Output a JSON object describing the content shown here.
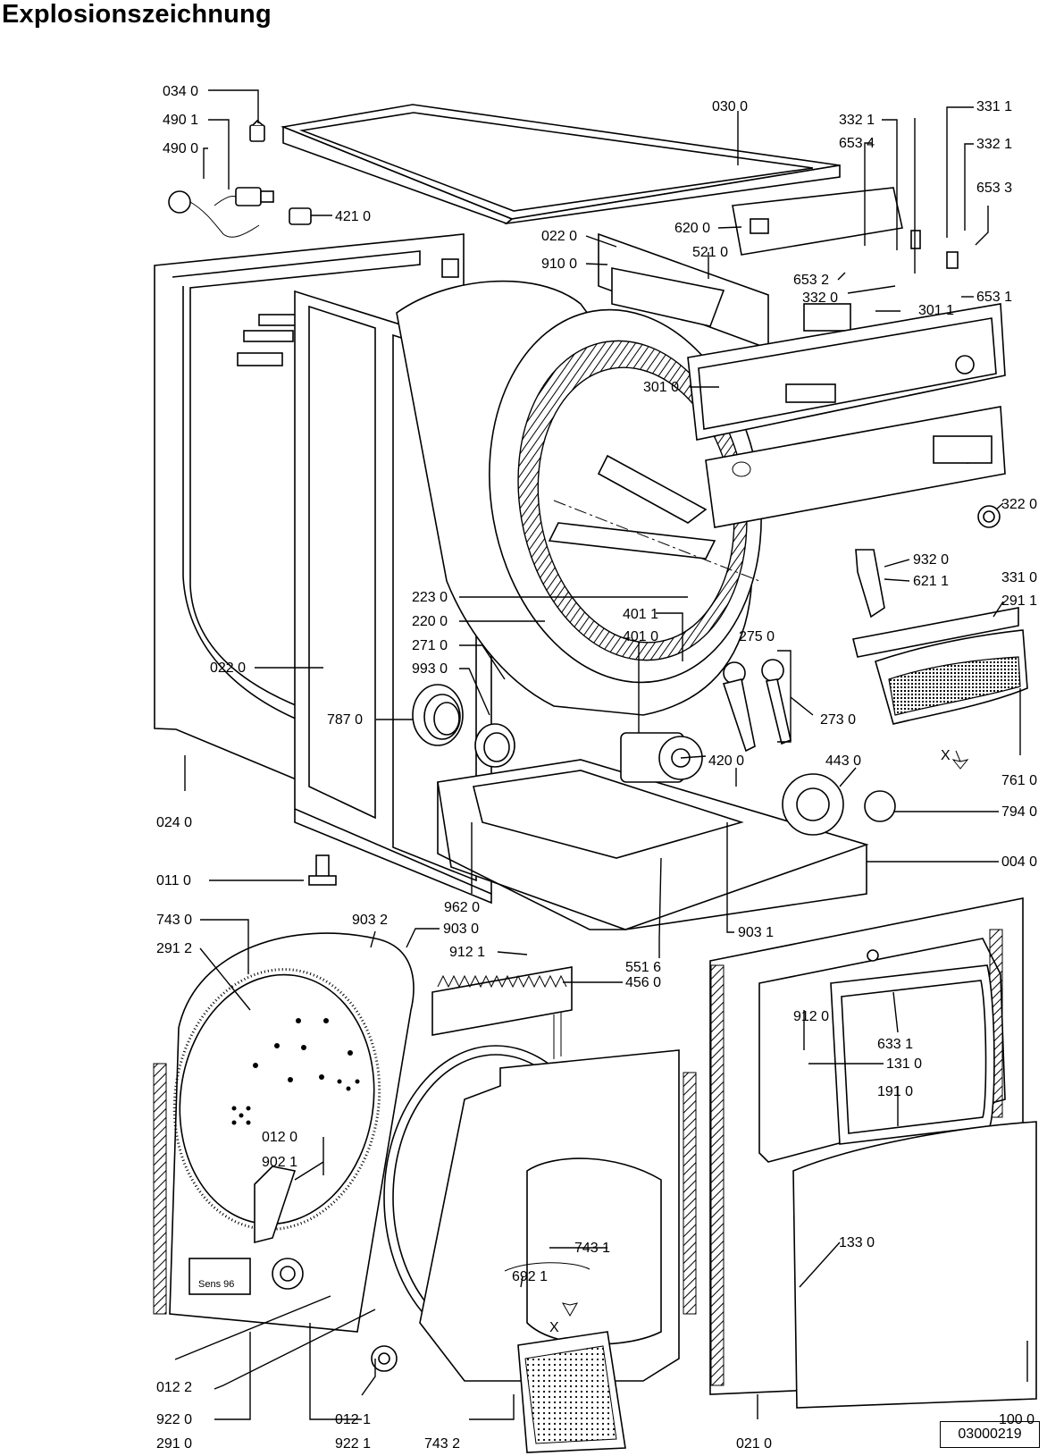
{
  "title": "Explosionszeichnung",
  "drawing_code": "03000219",
  "housing_badge": "Sens 96",
  "labels": [
    {
      "id": "0340",
      "text": "034 0"
    },
    {
      "id": "4901",
      "text": "490 1"
    },
    {
      "id": "4900",
      "text": "490 0"
    },
    {
      "id": "4210",
      "text": "421 0"
    },
    {
      "id": "0300",
      "text": "030 0"
    },
    {
      "id": "3321a",
      "text": "332 1"
    },
    {
      "id": "6534",
      "text": "653 4"
    },
    {
      "id": "3311a",
      "text": "331 1"
    },
    {
      "id": "3321b",
      "text": "332 1"
    },
    {
      "id": "6533",
      "text": "653 3"
    },
    {
      "id": "0220a",
      "text": "022 0"
    },
    {
      "id": "9100",
      "text": "910 0"
    },
    {
      "id": "6200",
      "text": "620 0"
    },
    {
      "id": "5210",
      "text": "521 0"
    },
    {
      "id": "6532",
      "text": "653 2"
    },
    {
      "id": "3320",
      "text": "332 0"
    },
    {
      "id": "3011",
      "text": "301 1"
    },
    {
      "id": "6531",
      "text": "653 1"
    },
    {
      "id": "3010",
      "text": "301 0"
    },
    {
      "id": "3220",
      "text": "322 0"
    },
    {
      "id": "3310",
      "text": "331 0"
    },
    {
      "id": "9320",
      "text": "932 0"
    },
    {
      "id": "6211",
      "text": "621 1"
    },
    {
      "id": "2911",
      "text": "291 1"
    },
    {
      "id": "2230",
      "text": "223 0"
    },
    {
      "id": "2200",
      "text": "220 0"
    },
    {
      "id": "2710",
      "text": "271 0"
    },
    {
      "id": "9930",
      "text": "993 0"
    },
    {
      "id": "0220b",
      "text": "022 0"
    },
    {
      "id": "7870",
      "text": "787 0"
    },
    {
      "id": "4011",
      "text": "401 1"
    },
    {
      "id": "4010",
      "text": "401 0"
    },
    {
      "id": "2750",
      "text": "275 0"
    },
    {
      "id": "2730",
      "text": "273 0"
    },
    {
      "id": "4200",
      "text": "420 0"
    },
    {
      "id": "4430",
      "text": "443 0"
    },
    {
      "id": "7610",
      "text": "761 0"
    },
    {
      "id": "7940",
      "text": "794 0"
    },
    {
      "id": "0240",
      "text": "024 0"
    },
    {
      "id": "0040",
      "text": "004 0"
    },
    {
      "id": "0110",
      "text": "011 0"
    },
    {
      "id": "9620",
      "text": "962 0"
    },
    {
      "id": "9031",
      "text": "903 1"
    },
    {
      "id": "7430",
      "text": "743 0"
    },
    {
      "id": "2912",
      "text": "291 2"
    },
    {
      "id": "9032",
      "text": "903 2"
    },
    {
      "id": "9030",
      "text": "903 0"
    },
    {
      "id": "9121",
      "text": "912 1"
    },
    {
      "id": "5516",
      "text": "551 6"
    },
    {
      "id": "4560",
      "text": "456 0"
    },
    {
      "id": "9120",
      "text": "912 0"
    },
    {
      "id": "6331",
      "text": "633 1"
    },
    {
      "id": "1310",
      "text": "131 0"
    },
    {
      "id": "1910",
      "text": "191 0"
    },
    {
      "id": "0120",
      "text": "012 0"
    },
    {
      "id": "9021",
      "text": "902 1"
    },
    {
      "id": "7431",
      "text": "743 1"
    },
    {
      "id": "6921",
      "text": "692 1"
    },
    {
      "id": "1330",
      "text": "133 0"
    },
    {
      "id": "0122",
      "text": "012 2"
    },
    {
      "id": "9220",
      "text": "922 0"
    },
    {
      "id": "0121",
      "text": "012 1"
    },
    {
      "id": "2910",
      "text": "291 0"
    },
    {
      "id": "9221",
      "text": "922 1"
    },
    {
      "id": "7432",
      "text": "743 2"
    },
    {
      "id": "0210",
      "text": "021 0"
    },
    {
      "id": "1000",
      "text": "100 0"
    },
    {
      "id": "xa",
      "text": "X"
    },
    {
      "id": "xb",
      "text": "X"
    }
  ]
}
